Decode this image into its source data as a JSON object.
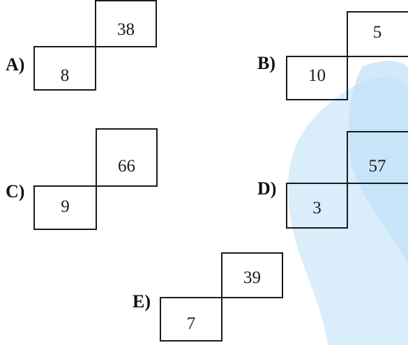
{
  "colors": {
    "watermark": "#bfe0f6",
    "border": "#1a1a1a"
  },
  "options": [
    {
      "label": "A)",
      "bottom_value": "8",
      "top_value": "38"
    },
    {
      "label": "B)",
      "bottom_value": "10",
      "top_value": "5"
    },
    {
      "label": "C)",
      "bottom_value": "9",
      "top_value": "66"
    },
    {
      "label": "D)",
      "bottom_value": "3",
      "top_value": "57"
    },
    {
      "label": "E)",
      "bottom_value": "7",
      "top_value": "39"
    }
  ]
}
